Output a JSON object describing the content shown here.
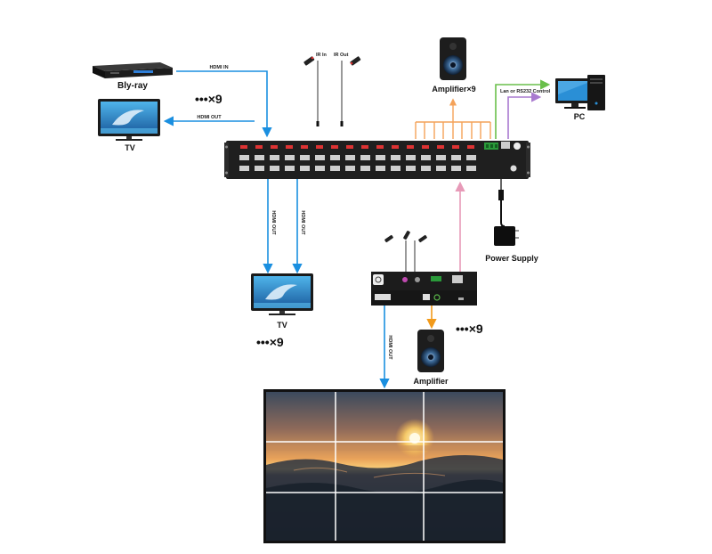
{
  "labels": {
    "bluray": "Bly-ray",
    "tv_top": "TV",
    "tv_bottom": "TV",
    "amplifier_top": "Amplifier×9",
    "amplifier_bottom": "Amplifier",
    "pc": "PC",
    "power_supply": "Power Supply",
    "hdmi_in": "HDMI IN",
    "hdmi_out_top": "HDMI OUT",
    "hdmi_out_left1": "HDMI OUT",
    "hdmi_out_left2": "HDMI OUT",
    "hdmi_out_wall": "HDMI OUT",
    "ir_in": "IR In",
    "ir_out": "IR Out",
    "lan_rs232": "Lan or RS232 Control",
    "mult_1": "•••×9",
    "mult_2": "•••×9",
    "mult_3": "•••×9"
  },
  "colors": {
    "hdmi_line": "#1a8fe0",
    "audio_line": "#f4a259",
    "lan_line_green": "#6abf4b",
    "rs232_line_purple": "#a97ad0",
    "uplink_pink": "#e79ab8",
    "amp_out_orange": "#f29a1a",
    "device_dark": "#1f1f1f"
  },
  "icons": {
    "bluray": "bluray-player-icon",
    "tv": "tv-dolphin-icon",
    "amplifier": "speaker-icon",
    "pc": "desktop-pc-icon",
    "power": "power-adapter-icon",
    "ir": "ir-emitter-icon",
    "videowall": "video-wall-sunset-image"
  }
}
